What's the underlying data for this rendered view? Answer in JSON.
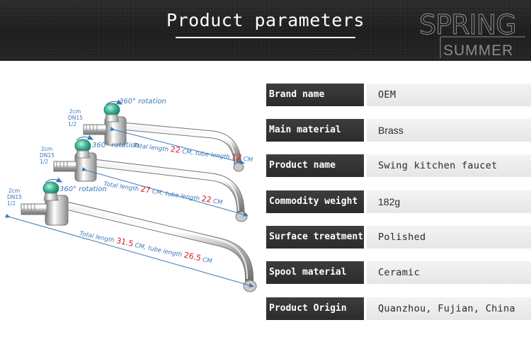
{
  "header": {
    "title": "Product parameters",
    "brand_top": "SPRING",
    "brand_bottom": "SUMMER"
  },
  "product_image": {
    "faucets": [
      {
        "rotation_label": "360° rotation",
        "side_size": "2cm",
        "side_dn": "DN15",
        "side_frac": "1/2",
        "total_prefix": "Total length",
        "total_num": "22",
        "total_unit": "CM, tube length",
        "tube_num": "17",
        "tube_unit": "CM"
      },
      {
        "rotation_label": "360° rotation",
        "side_size": "2cm",
        "side_dn": "DN15",
        "side_frac": "1/2",
        "total_prefix": "Total length",
        "total_num": "27",
        "total_unit": "CM, tube length",
        "tube_num": "22",
        "tube_unit": "CM"
      },
      {
        "rotation_label": "360° rotation",
        "side_size": "2cm",
        "side_dn": "DN15",
        "side_frac": "1/2",
        "total_prefix": "Total length",
        "total_num": "31.5",
        "total_unit": "CM, tube length",
        "tube_num": "26.5",
        "tube_unit": "CM"
      }
    ]
  },
  "parameters": [
    {
      "key": "Brand name",
      "value": "OEM"
    },
    {
      "key": "Main material",
      "value": "Brass"
    },
    {
      "key": "Product name",
      "value": "Swing kitchen faucet"
    },
    {
      "key": "Commodity weight",
      "value": "182g"
    },
    {
      "key": "Surface treatment",
      "value": "Polished"
    },
    {
      "key": "Spool material",
      "value": "Ceramic"
    },
    {
      "key": "Product Origin",
      "value": "Quanzhou, Fujian, China"
    }
  ],
  "colors": {
    "header_bg": "#262626",
    "key_bg": "#333333",
    "value_bg": "#ececec",
    "label_blue": "#3a78b8",
    "label_red": "#d8181e"
  }
}
